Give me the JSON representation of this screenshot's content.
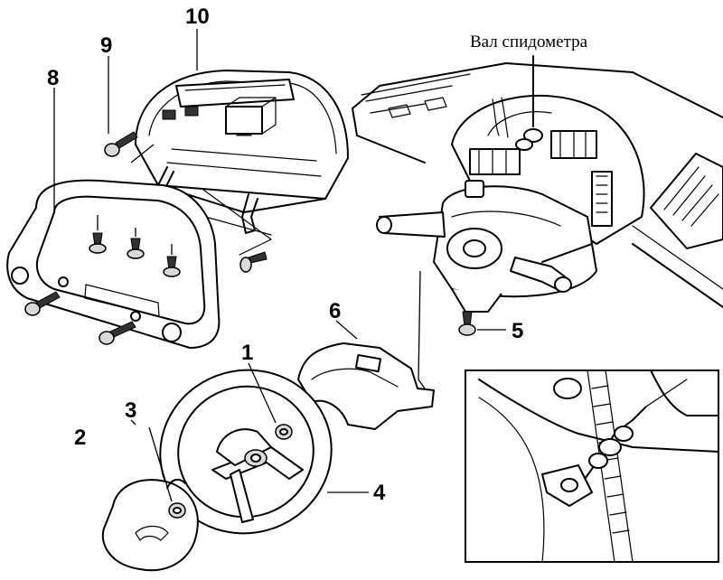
{
  "caption": {
    "speedometer_shaft": "Вал спидометра"
  },
  "callouts": {
    "n1": "1",
    "n2": "2",
    "n3": "3",
    "n4": "4",
    "n5": "5",
    "n6": "6",
    "n8": "8",
    "n9": "9",
    "n10": "10"
  }
}
